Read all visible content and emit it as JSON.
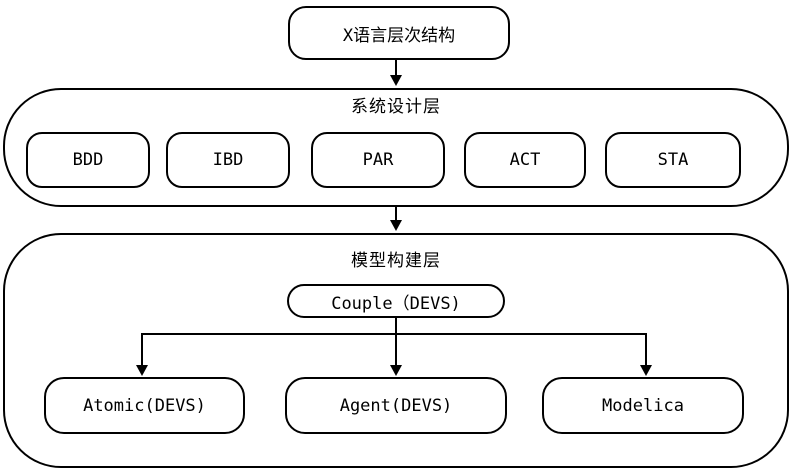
{
  "root_node": {
    "label": "X语言层次结构"
  },
  "system_design_layer": {
    "title": "系统设计层",
    "nodes": [
      {
        "label": "BDD"
      },
      {
        "label": "IBD"
      },
      {
        "label": "PAR"
      },
      {
        "label": "ACT"
      },
      {
        "label": "STA"
      }
    ]
  },
  "model_building_layer": {
    "title": "模型构建层",
    "parent_node": {
      "label": "Couple（DEVS)"
    },
    "child_nodes": [
      {
        "label": "Atomic(DEVS)"
      },
      {
        "label": "Agent(DEVS)"
      },
      {
        "label": "Modelica"
      }
    ]
  },
  "colors": {
    "line": "#000000",
    "background": "#ffffff"
  }
}
